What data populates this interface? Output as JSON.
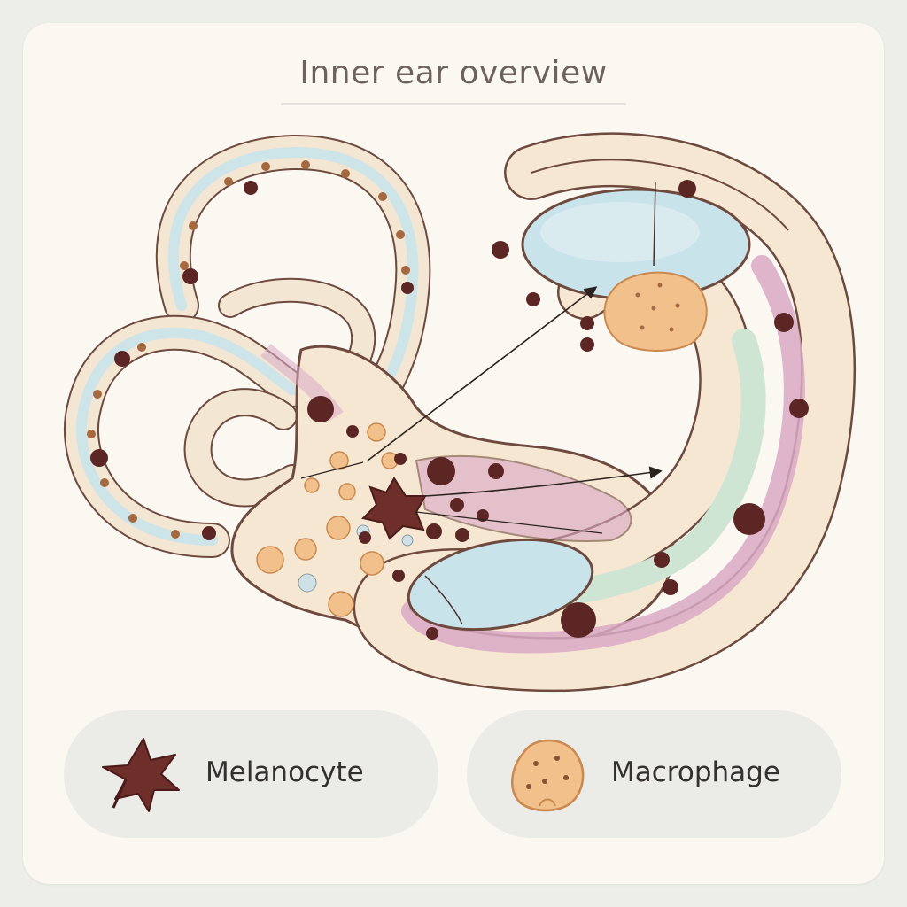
{
  "title": "Inner ear overview",
  "legend": [
    {
      "label": "Melanocyte",
      "icon": "melanocyte-icon",
      "color": "#6e2f2a"
    },
    {
      "label": "Macrophage",
      "icon": "macrophage-icon",
      "color": "#f2c08a"
    }
  ],
  "colors": {
    "outline": "#6e4a3e",
    "tissue": "#f6e7d2",
    "endolymph_blue": "#c9e3ea",
    "endolymph_green": "#cfe5d4",
    "stria_pink": "#d9a9c6",
    "melanocyte": "#6e2f2a",
    "macrophage": "#f2c08a"
  }
}
